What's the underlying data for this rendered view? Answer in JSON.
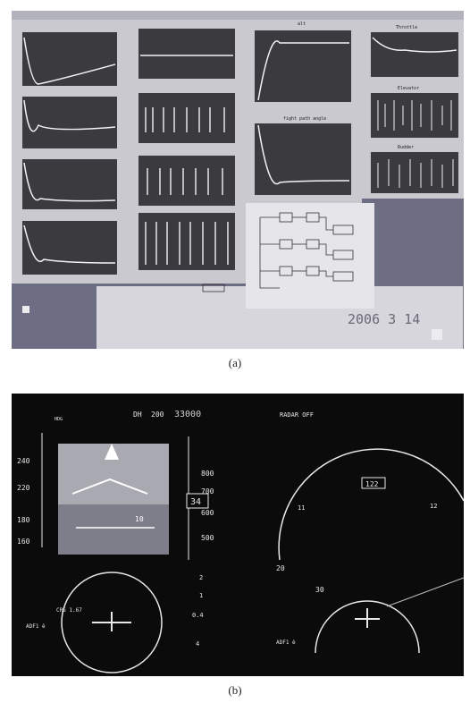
{
  "figure": {
    "caption_a": "(a)",
    "caption_b": "(b)"
  },
  "photo_a": {
    "plot_titles": [
      "alt",
      "fight path angle",
      "Throttle",
      "Elevator",
      "Rudder"
    ],
    "status_text": "2006  3 14",
    "colors": {
      "screen": "#6f6f86",
      "window": "#c9c9cf",
      "plot_bg": "#3b3b3f",
      "trace": "#f2f2f2"
    }
  },
  "photo_b": {
    "pfd": {
      "dh_label": "DH",
      "dh_value": "200",
      "alt_select": "33000",
      "hdg_label": "HDG",
      "speed_tape": [
        "240",
        "220",
        "180",
        "160"
      ],
      "speed_current": "",
      "alt_tape": [
        "800",
        "700",
        "600",
        "500"
      ],
      "alt_current": "34",
      "pitch_mark": "10",
      "vsi": [
        "2",
        "1",
        "0.4",
        "4"
      ],
      "crs_label": "CRS 1.67",
      "adi_label": "ADF1 è"
    },
    "nd": {
      "header": "RADAR OFF",
      "heading_box": "122",
      "range_ring": [
        "20",
        "30"
      ],
      "scale_marks": [
        "11",
        "12"
      ],
      "adf_label": "ADF1 è"
    },
    "colors": {
      "bg": "#0b0b0b",
      "trace": "#e8e8e8",
      "adi_top": "#a9a9b2",
      "adi_bottom": "#7e7e8a"
    }
  }
}
